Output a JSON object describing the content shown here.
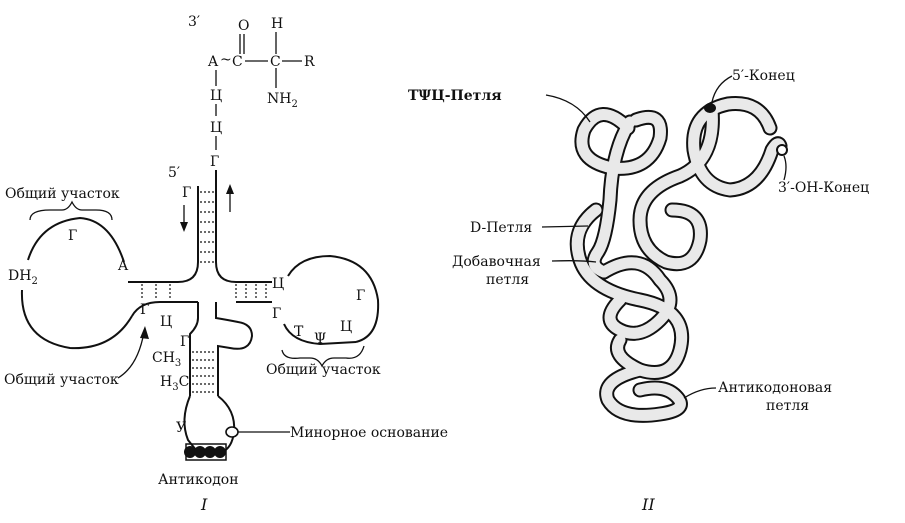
{
  "diagram_1": {
    "roman": "I",
    "end_3": "3′",
    "end_5": "5′",
    "amino_acid": {
      "a": "A",
      "tilde": "~",
      "c1": "C",
      "o": "O",
      "c2": "C",
      "h": "H",
      "r": "R",
      "nh2": "NH",
      "sub2": "2"
    },
    "acceptor_bases": [
      "Ц",
      "Ц",
      "Г"
    ],
    "g_left": "Г",
    "d_loop": {
      "dh2": "DH",
      "sub2": "2",
      "g": "Г",
      "a": "A"
    },
    "left_junction": {
      "g": "Г",
      "ts": "Ц",
      "g2": "Г"
    },
    "methyl": {
      "ch3": "CH",
      "sub3": "3",
      "h3c_h": "H",
      "h3c_sub": "3",
      "h3c_c": "C"
    },
    "right_loop": {
      "ts": "Ц",
      "g_top": "Г",
      "g_left": "Г",
      "t": "T",
      "psi": "Ψ",
      "ts2": "Ц"
    },
    "anticodon_loop": {
      "u": "У"
    },
    "labels": {
      "common_top": "Общий участок",
      "common_left": "Общий участок",
      "common_right": "Общий участок",
      "minor_base": "Минорное основание",
      "anticodon": "Антикодон"
    }
  },
  "diagram_2": {
    "roman": "II",
    "labels": {
      "tpsic": "ТΨЦ-Петля",
      "end5": "5′-Конец",
      "end3oh": "3′-ОН-Конец",
      "d_loop": "D-Петля",
      "extra_1": "Добавочная",
      "extra_2": "петля",
      "anticodon_1": "Антикодоновая",
      "anticodon_2": "петля"
    }
  }
}
